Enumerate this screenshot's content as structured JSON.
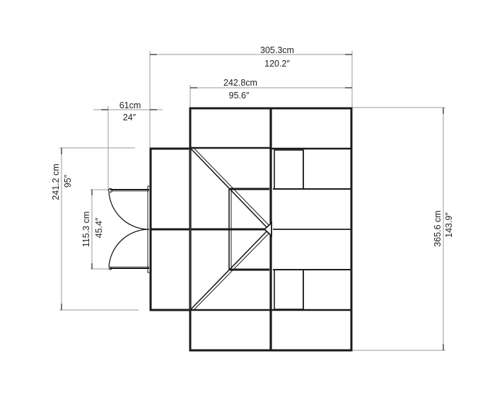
{
  "diagram": {
    "type": "greenhouse floor plan",
    "colors": {
      "frame": "#1a1a1a",
      "dimension_line": "#9a9a9a",
      "text": "#222222"
    }
  },
  "dimensions": {
    "overall_width": {
      "cm": "305.3cm",
      "in": "120.2″"
    },
    "body_width": {
      "cm": "242.8cm",
      "in": "95.6″"
    },
    "door_projection": {
      "cm": "61cm",
      "in": "24″"
    },
    "wing_depth": {
      "cm": "241.2 cm",
      "in": "95″"
    },
    "door_opening": {
      "cm": "115.3 cm",
      "in": "45.4″"
    },
    "overall_length": {
      "cm": "365.6 cm",
      "in": "143.9″"
    }
  }
}
